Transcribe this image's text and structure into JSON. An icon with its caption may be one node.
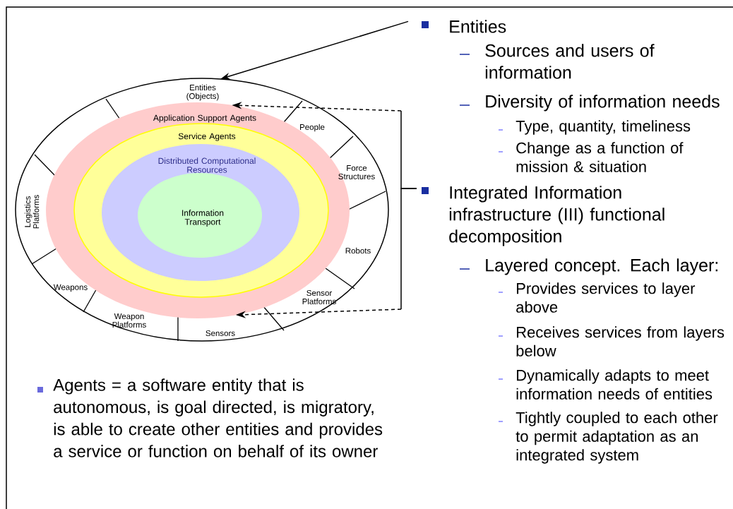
{
  "diagram": {
    "nodes": [
      {
        "text": [
          "Entities (Objects)"
        ]
      },
      {
        "text": [
          "Application Support Agents"
        ],
        "in": 0
      },
      {
        "text": [
          "Service Agents"
        ],
        "in": 1
      },
      {
        "text": [
          "Distributed Computational Resources"
        ],
        "in": 2
      },
      {
        "text": [
          "Information Transport"
        ],
        "in": 3
      },
      {
        "text": [
          "Entities"
        ]
      },
      {
        "text": [
          "Integrated Information infrastructure (III) functional decomposition"
        ]
      }
    ],
    "edges": [
      {
        "from": 5,
        "to": 0,
        "arrow": "to"
      },
      {
        "from": 6,
        "to": 1,
        "arrow": "to",
        "style": "dashed"
      },
      {
        "from": 6,
        "to": 1,
        "arrow": "to",
        "style": "dashed"
      }
    ],
    "labels": [
      "Sources and users of information",
      "Diversity of information needs",
      "Type, quantity, timeliness",
      "Change as a function of mission & situation",
      "Layered concept. Each layer:",
      "Provides services to layer above",
      "Receives services from layers below",
      "Dynamically adapts to meet information needs of entities",
      "Tightly coupled to each other to permit adaptation as an integrated system",
      "People",
      "Force Structures",
      "Robots",
      "Sensor Platforms",
      "Sensors",
      "Weapon Platforms",
      "Weapons",
      "Logistics Platforms",
      "Agents = a software entity that is autonomous, is goal directed, is migratory, is able to create other entities and provides a service or function on behalf of its owner"
    ]
  }
}
